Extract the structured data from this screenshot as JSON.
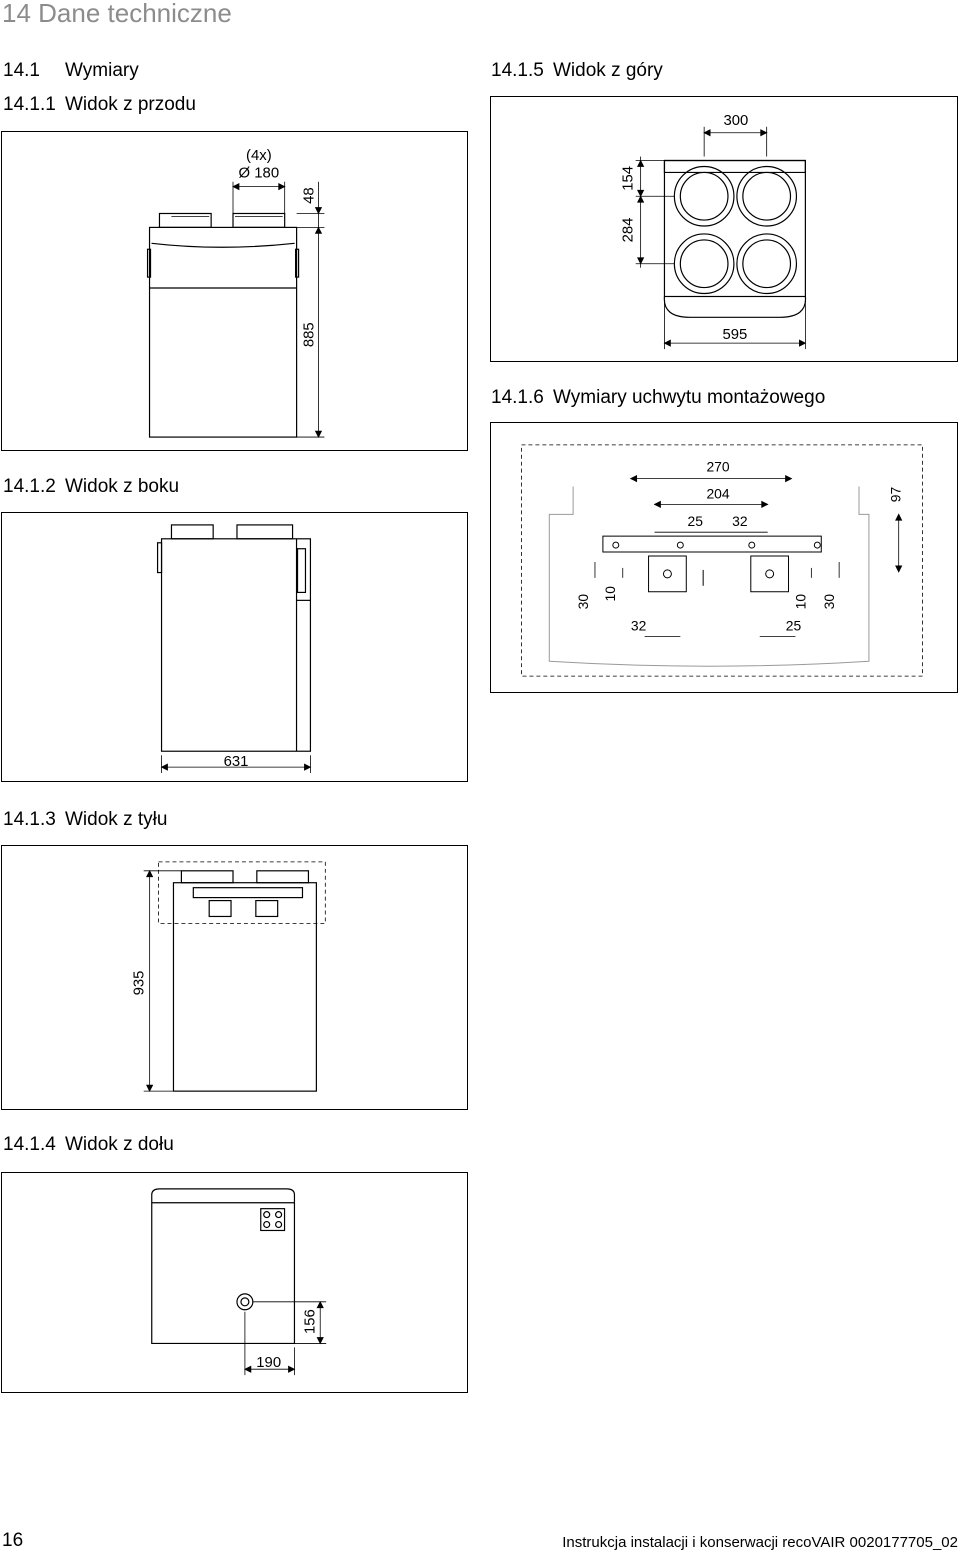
{
  "chapter": {
    "number": "14",
    "title": "Dane techniczne"
  },
  "section": {
    "number": "14.1",
    "title": "Wymiary"
  },
  "views": {
    "front": {
      "number": "14.1.1",
      "title": "Widok z przodu",
      "label_count": "(4x)",
      "label_diameter": "Ø 180",
      "dim_top": "48",
      "dim_height": "885"
    },
    "side": {
      "number": "14.1.2",
      "title": "Widok z boku",
      "dim_depth": "631"
    },
    "back": {
      "number": "14.1.3",
      "title": "Widok z tyłu",
      "dim_height": "935"
    },
    "bottom": {
      "number": "14.1.4",
      "title": "Widok z dołu",
      "dim_y": "156",
      "dim_x": "190"
    },
    "top": {
      "number": "14.1.5",
      "title": "Widok z góry",
      "dim_spacing": "300",
      "dim_front": "154",
      "dim_depth": "284",
      "dim_width": "595"
    },
    "bracket": {
      "number": "14.1.6",
      "title": "Wymiary uchwytu montażowego",
      "dims": {
        "d270": "270",
        "d204": "204",
        "d97": "97",
        "d25a": "25",
        "d32a": "32",
        "d30a": "30",
        "d10a": "10",
        "d32b": "32",
        "d25b": "25",
        "d10b": "10",
        "d30b": "30"
      }
    }
  },
  "footer": {
    "page": "16",
    "document": "Instrukcja instalacji i konserwacji recoVAIR 0020177705_02"
  }
}
